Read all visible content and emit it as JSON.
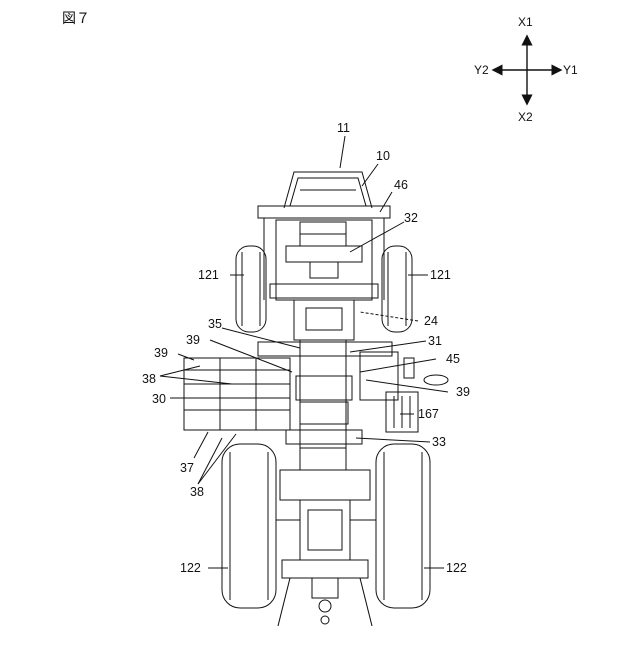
{
  "figure": {
    "title": "図７"
  },
  "axes": {
    "x1": "X1",
    "x2": "X2",
    "y1": "Y1",
    "y2": "Y2"
  },
  "labels": {
    "l11": "11",
    "l10": "10",
    "l46": "46",
    "l32": "32",
    "l121a": "121",
    "l121b": "121",
    "l24": "24",
    "l35": "35",
    "l31": "31",
    "l45": "45",
    "l39a": "39",
    "l39b": "39",
    "l39c": "39",
    "l38a": "38",
    "l38b": "38",
    "l30": "30",
    "l167": "167",
    "l33": "33",
    "l37": "37",
    "l122a": "122",
    "l122b": "122"
  },
  "colors": {
    "line": "#111111",
    "background": "#ffffff"
  }
}
